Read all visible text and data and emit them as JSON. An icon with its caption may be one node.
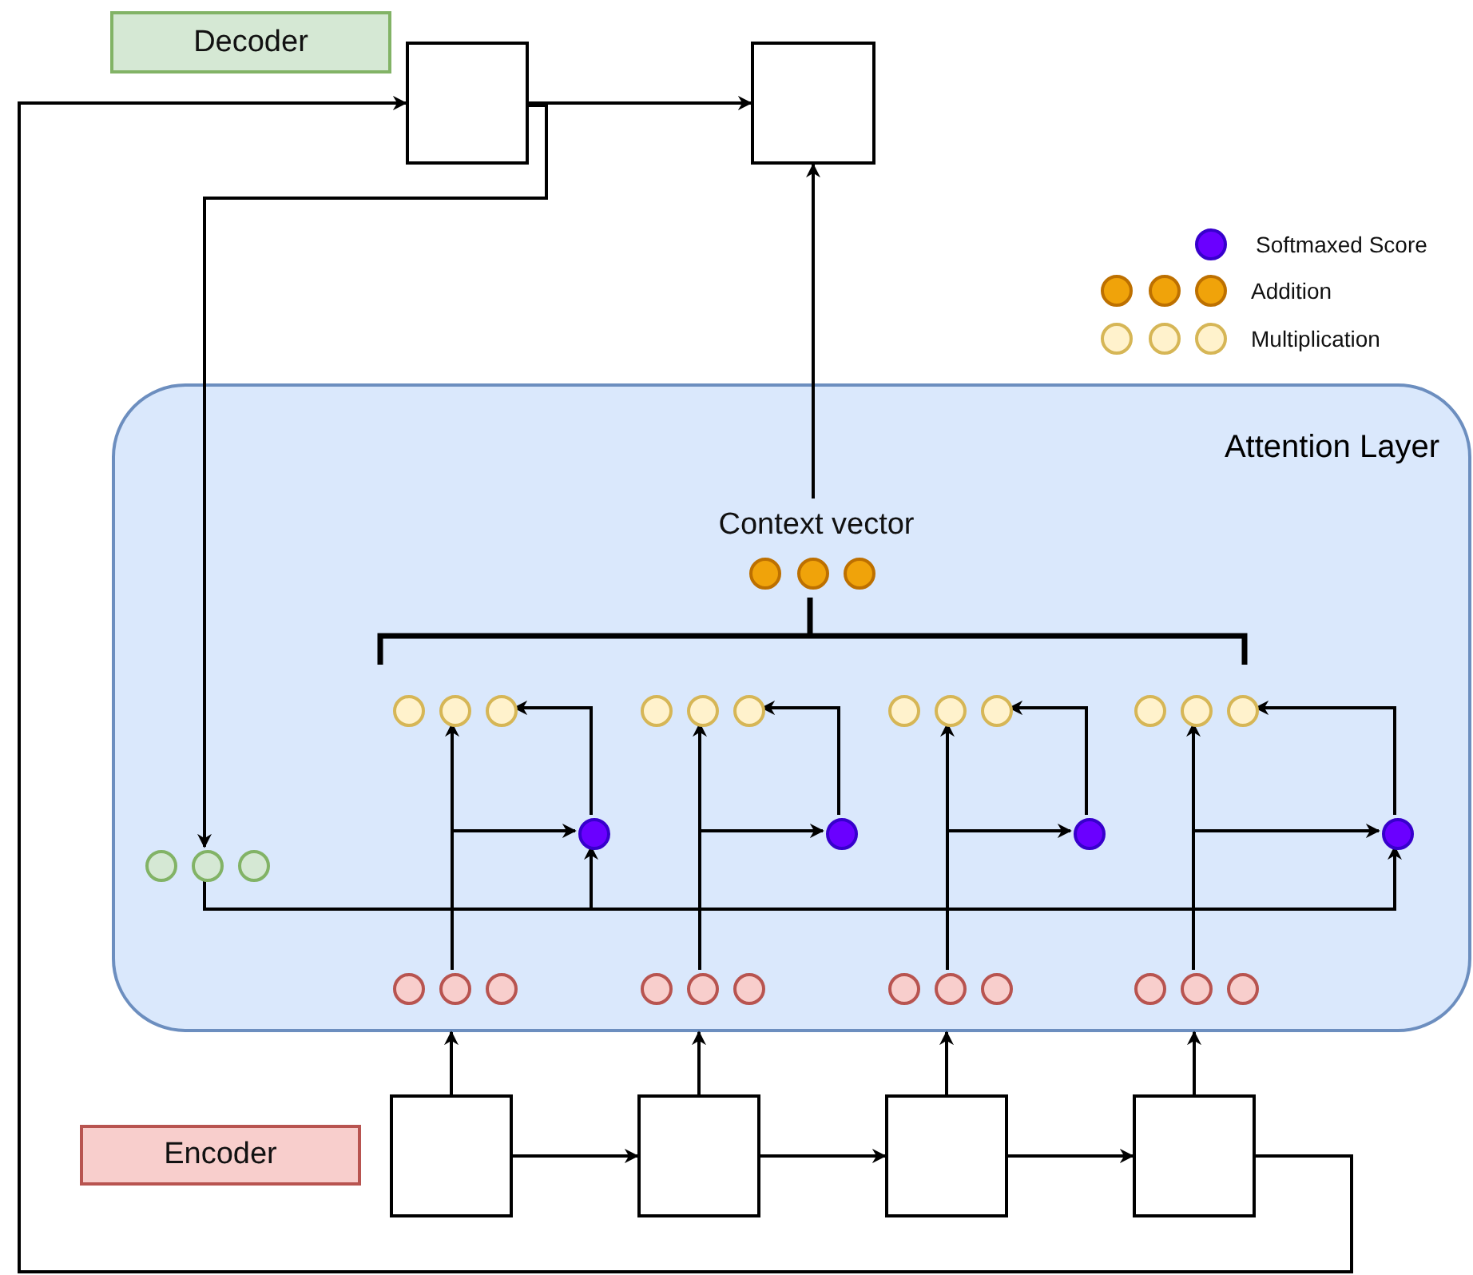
{
  "diagram": {
    "nodes": [
      {
        "text": [
          "Decoder"
        ]
      },
      {
        "text": [],
        "shape": "box"
      },
      {
        "text": [],
        "shape": "box"
      },
      {
        "text": [
          "Attention Layer"
        ]
      },
      {
        "text": [
          "Context vector"
        ],
        "in": 3
      },
      {
        "text": [],
        "shape": "circle",
        "in": 3
      },
      {
        "text": [],
        "shape": "circle",
        "in": 3
      },
      {
        "text": [],
        "shape": "circle",
        "in": 3
      },
      {
        "text": [],
        "shape": "circle",
        "in": 3
      },
      {
        "text": [],
        "shape": "circle",
        "in": 3
      },
      {
        "text": [],
        "shape": "circle",
        "in": 3
      },
      {
        "text": [],
        "shape": "circle",
        "in": 3
      },
      {
        "text": [],
        "shape": "circle",
        "in": 3
      },
      {
        "text": [],
        "shape": "circle",
        "in": 3
      },
      {
        "text": [],
        "shape": "circle",
        "in": 3
      },
      {
        "text": [],
        "shape": "circle",
        "in": 3
      },
      {
        "text": [],
        "shape": "circle",
        "in": 3
      },
      {
        "text": [],
        "shape": "circle",
        "in": 3
      },
      {
        "text": [],
        "shape": "circle",
        "in": 3
      },
      {
        "text": [],
        "shape": "circle",
        "in": 3
      },
      {
        "text": [],
        "shape": "circle",
        "in": 3
      },
      {
        "text": [],
        "shape": "circle",
        "in": 3
      },
      {
        "text": [],
        "shape": "circle",
        "in": 3
      },
      {
        "text": [],
        "shape": "circle",
        "in": 3
      },
      {
        "text": [],
        "shape": "circle",
        "in": 3
      },
      {
        "text": [],
        "shape": "circle",
        "in": 3
      },
      {
        "text": [],
        "shape": "circle",
        "in": 3
      },
      {
        "text": [],
        "shape": "circle",
        "in": 3
      },
      {
        "text": [],
        "shape": "circle",
        "in": 3
      },
      {
        "text": [],
        "shape": "circle",
        "in": 3
      },
      {
        "text": [],
        "shape": "circle",
        "in": 3
      },
      {
        "text": [],
        "shape": "circle",
        "in": 3
      },
      {
        "text": [],
        "shape": "circle",
        "in": 3
      },
      {
        "text": [],
        "shape": "circle",
        "in": 3
      },
      {
        "text": [],
        "shape": "circle",
        "in": 3
      },
      {
        "text": [],
        "shape": "circle",
        "in": 3
      },
      {
        "text": [],
        "shape": "circle",
        "in": 3
      },
      {
        "text": [],
        "shape": "circle",
        "in": 3
      },
      {
        "text": [],
        "shape": "circle",
        "in": 3
      },
      {
        "text": [
          "Encoder"
        ]
      },
      {
        "text": [],
        "shape": "box"
      },
      {
        "text": [],
        "shape": "box"
      },
      {
        "text": [],
        "shape": "box"
      },
      {
        "text": [],
        "shape": "box"
      }
    ],
    "edges": [
      {
        "from": 1,
        "to": 2,
        "arrow": "to"
      },
      {
        "from": 1,
        "to": 25,
        "arrow": "to"
      },
      {
        "from": 4,
        "to": 2,
        "arrow": "to"
      },
      {
        "from": 25,
        "to": 20,
        "arrow": "to"
      },
      {
        "from": 25,
        "to": 23,
        "arrow": "to"
      },
      {
        "from": 28,
        "to": 9,
        "arrow": "to"
      },
      {
        "from": 28,
        "to": 20,
        "arrow": "to"
      },
      {
        "from": 20,
        "to": 10,
        "arrow": "to"
      },
      {
        "from": 31,
        "to": 12,
        "arrow": "to"
      },
      {
        "from": 31,
        "to": 21,
        "arrow": "to"
      },
      {
        "from": 21,
        "to": 13,
        "arrow": "to"
      },
      {
        "from": 34,
        "to": 15,
        "arrow": "to"
      },
      {
        "from": 34,
        "to": 22,
        "arrow": "to"
      },
      {
        "from": 22,
        "to": 16,
        "arrow": "to"
      },
      {
        "from": 37,
        "to": 18,
        "arrow": "to"
      },
      {
        "from": 37,
        "to": 23,
        "arrow": "to"
      },
      {
        "from": 23,
        "to": 19,
        "arrow": "to"
      },
      {
        "from": 40,
        "to": 41,
        "arrow": "to"
      },
      {
        "from": 41,
        "to": 42,
        "arrow": "to"
      },
      {
        "from": 42,
        "to": 43,
        "arrow": "to"
      },
      {
        "from": 40,
        "to": 3,
        "arrow": "to"
      },
      {
        "from": 41,
        "to": 3,
        "arrow": "to"
      },
      {
        "from": 42,
        "to": 3,
        "arrow": "to"
      },
      {
        "from": 43,
        "to": 3,
        "arrow": "to"
      },
      {
        "from": 43,
        "to": 1,
        "arrow": "to"
      }
    ],
    "legend": [
      {
        "text": "Softmaxed Score",
        "color": "#6a00ff"
      },
      {
        "text": "Addition",
        "color": "#f0a30a"
      },
      {
        "text": "Multiplication",
        "color": "#fff2cc"
      }
    ]
  }
}
